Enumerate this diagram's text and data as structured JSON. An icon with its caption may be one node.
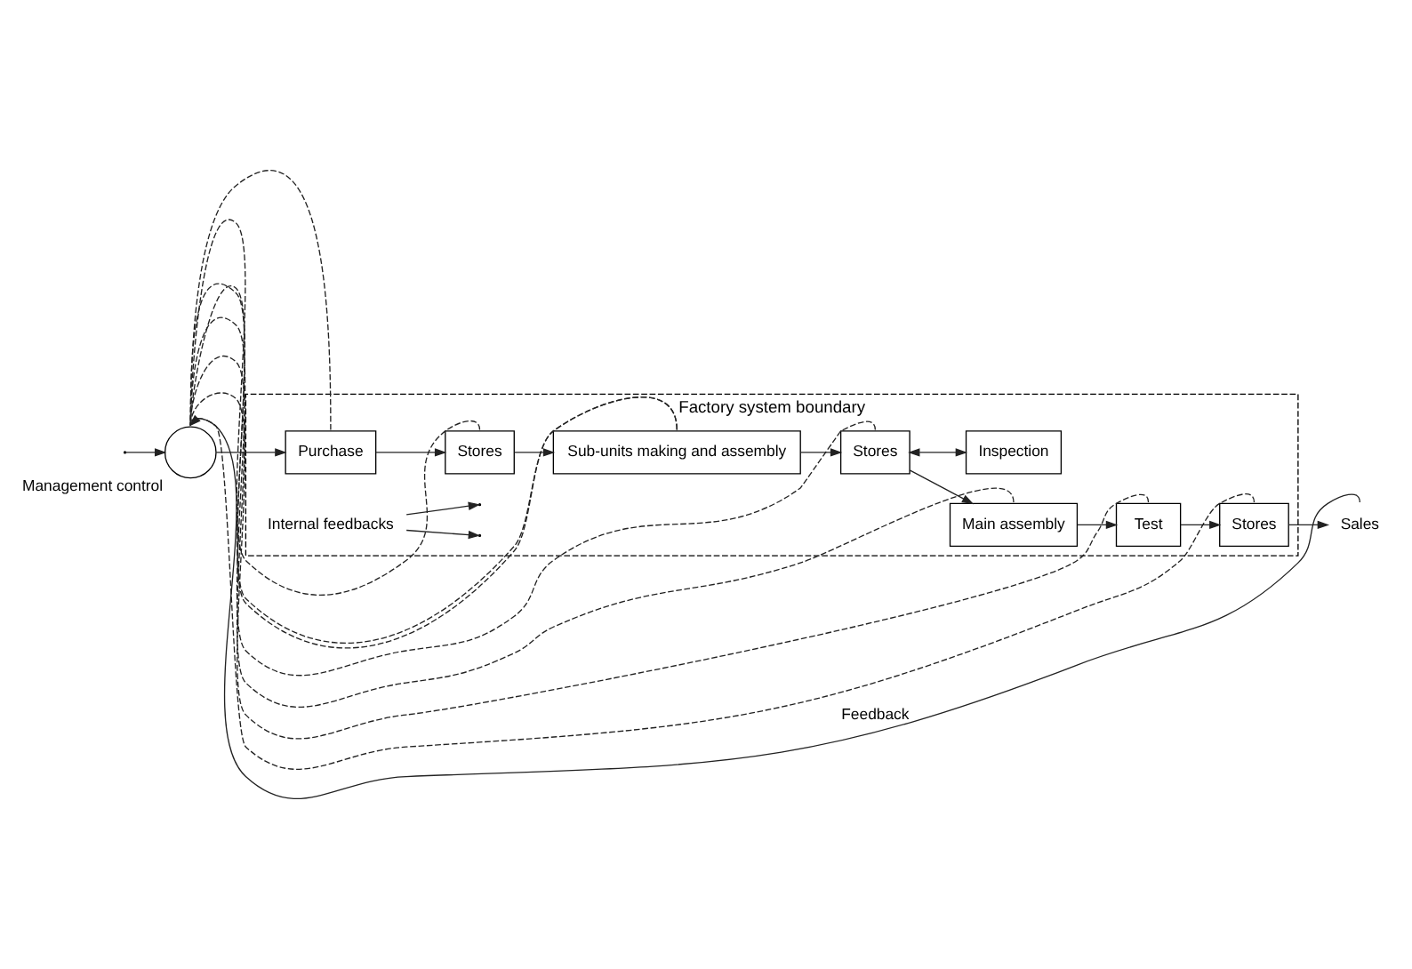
{
  "diagram": {
    "nodes": [
      {
        "text": [
          "Factory system boundary"
        ]
      },
      {
        "text": [],
        "shape": "circle",
        "beside": [
          "Management control"
        ]
      },
      {
        "text": [
          "Purchase"
        ],
        "in": 0
      },
      {
        "text": [
          "Stores"
        ],
        "in": 0
      },
      {
        "text": [
          "Sub-units making and assembly"
        ],
        "in": 0
      },
      {
        "text": [
          "Stores"
        ],
        "in": 0
      },
      {
        "text": [
          "Main assembly"
        ],
        "in": 0
      },
      {
        "text": [
          "Test"
        ],
        "in": 0
      },
      {
        "text": [
          "Stores"
        ],
        "in": 0
      },
      {
        "text": [
          "Inspection"
        ],
        "in": 0
      },
      {
        "text": [
          "Sales"
        ]
      },
      {
        "text": [
          "Internal feedbacks"
        ],
        "in": 0
      }
    ],
    "edges": [
      {
        "from": null,
        "to": 1,
        "arrow": "to"
      },
      {
        "from": 1,
        "to": 2,
        "arrow": "to"
      },
      {
        "from": 2,
        "to": 3,
        "arrow": "to"
      },
      {
        "from": 3,
        "to": 4,
        "arrow": "to"
      },
      {
        "from": 4,
        "to": 5,
        "arrow": "to"
      },
      {
        "from": 5,
        "to": 6,
        "arrow": "to"
      },
      {
        "from": 6,
        "to": 7,
        "arrow": "to"
      },
      {
        "from": 7,
        "to": 8,
        "arrow": "to"
      },
      {
        "from": 8,
        "to": 10,
        "arrow": "to"
      },
      {
        "from": 5,
        "to": 9,
        "arrow": "both"
      },
      {
        "from": 10,
        "to": 1,
        "arrow": "to",
        "label": "Feedback"
      },
      {
        "from": 2,
        "to": 1,
        "arrow": "none",
        "style": "dashed"
      },
      {
        "from": 3,
        "to": 1,
        "arrow": "none",
        "style": "dashed"
      },
      {
        "from": 4,
        "to": 1,
        "arrow": "none",
        "style": "dashed"
      },
      {
        "from": 4,
        "to": 1,
        "arrow": "none",
        "style": "dashed"
      },
      {
        "from": 5,
        "to": 1,
        "arrow": "none",
        "style": "dashed"
      },
      {
        "from": 6,
        "to": 1,
        "arrow": "none",
        "style": "dashed"
      },
      {
        "from": 7,
        "to": 1,
        "arrow": "none",
        "style": "dashed"
      },
      {
        "from": 8,
        "to": 1,
        "arrow": "none",
        "style": "dashed"
      },
      {
        "from": 11,
        "to": null,
        "arrow": "to"
      },
      {
        "from": 11,
        "to": null,
        "arrow": "to"
      }
    ]
  }
}
